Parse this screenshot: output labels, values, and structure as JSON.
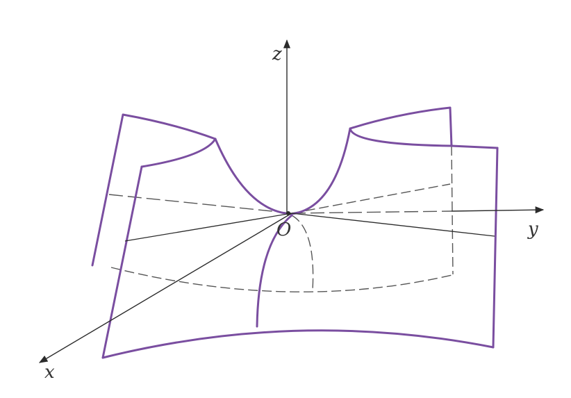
{
  "figure": {
    "axis_labels": {
      "x": "x",
      "y": "y",
      "z": "z",
      "origin": "O"
    },
    "colors": {
      "surface": "#7a4ea0",
      "axis": "#2b2b2b",
      "hidden": "#555555",
      "background": "#ffffff"
    }
  }
}
